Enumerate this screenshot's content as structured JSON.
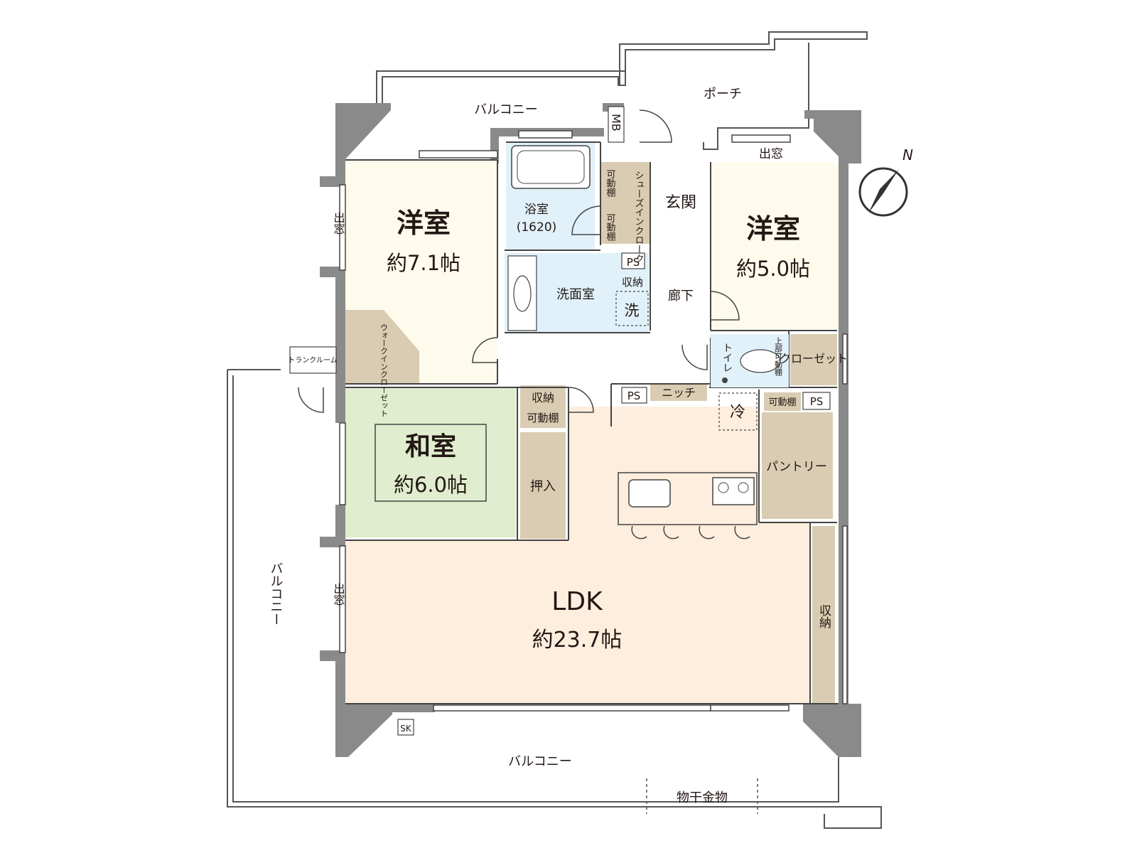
{
  "colors": {
    "western_room": "#fefbec",
    "japanese_room": "#e0edce",
    "ldk": "#fdeedd",
    "bath": "#e1f1f9",
    "storage": "#d9ccb2",
    "wall": "#8a8a8a",
    "balcony_line": "#555555",
    "text": "#231815"
  },
  "rooms": {
    "western1": {
      "name": "洋室",
      "size": "約7.1帖"
    },
    "western2": {
      "name": "洋室",
      "size": "約5.0帖"
    },
    "japanese": {
      "name": "和室",
      "size": "約6.0帖"
    },
    "ldk": {
      "name": "LDK",
      "size": "約23.7帖"
    },
    "bath": {
      "name": "浴室",
      "size": "(1620)"
    },
    "washroom": "洗面室",
    "entrance": "玄関",
    "hallway": "廊下",
    "toilet": "トイレ"
  },
  "labels": {
    "balcony_top": "バルコニー",
    "balcony_left": "バルコニー",
    "balcony_bottom": "バルコニー",
    "porch": "ポーチ",
    "mb": "MB",
    "bay_window": "出窓",
    "trunk_room": "トランクルーム",
    "walk_in_closet": "ウォークインクローゼット",
    "shoe_in_cloak": "シューズインクローク",
    "movable_shelf": "可動棚",
    "ps": "PS",
    "storage": "収納",
    "washer": "洗",
    "niche": "ニッチ",
    "fridge": "冷",
    "pantry": "パントリー",
    "closet": "クローゼット",
    "oshiire": "押入",
    "upper_movable_shelf": "上部可動棚",
    "sk": "SK",
    "laundry_hanger": "物干金物"
  },
  "icons": [
    "compass-north-icon",
    "bathtub-icon",
    "sink-icon",
    "toilet-icon",
    "kitchen-sink-icon",
    "stove-icon",
    "door-swing-icon"
  ],
  "compass": {
    "label": "N"
  }
}
